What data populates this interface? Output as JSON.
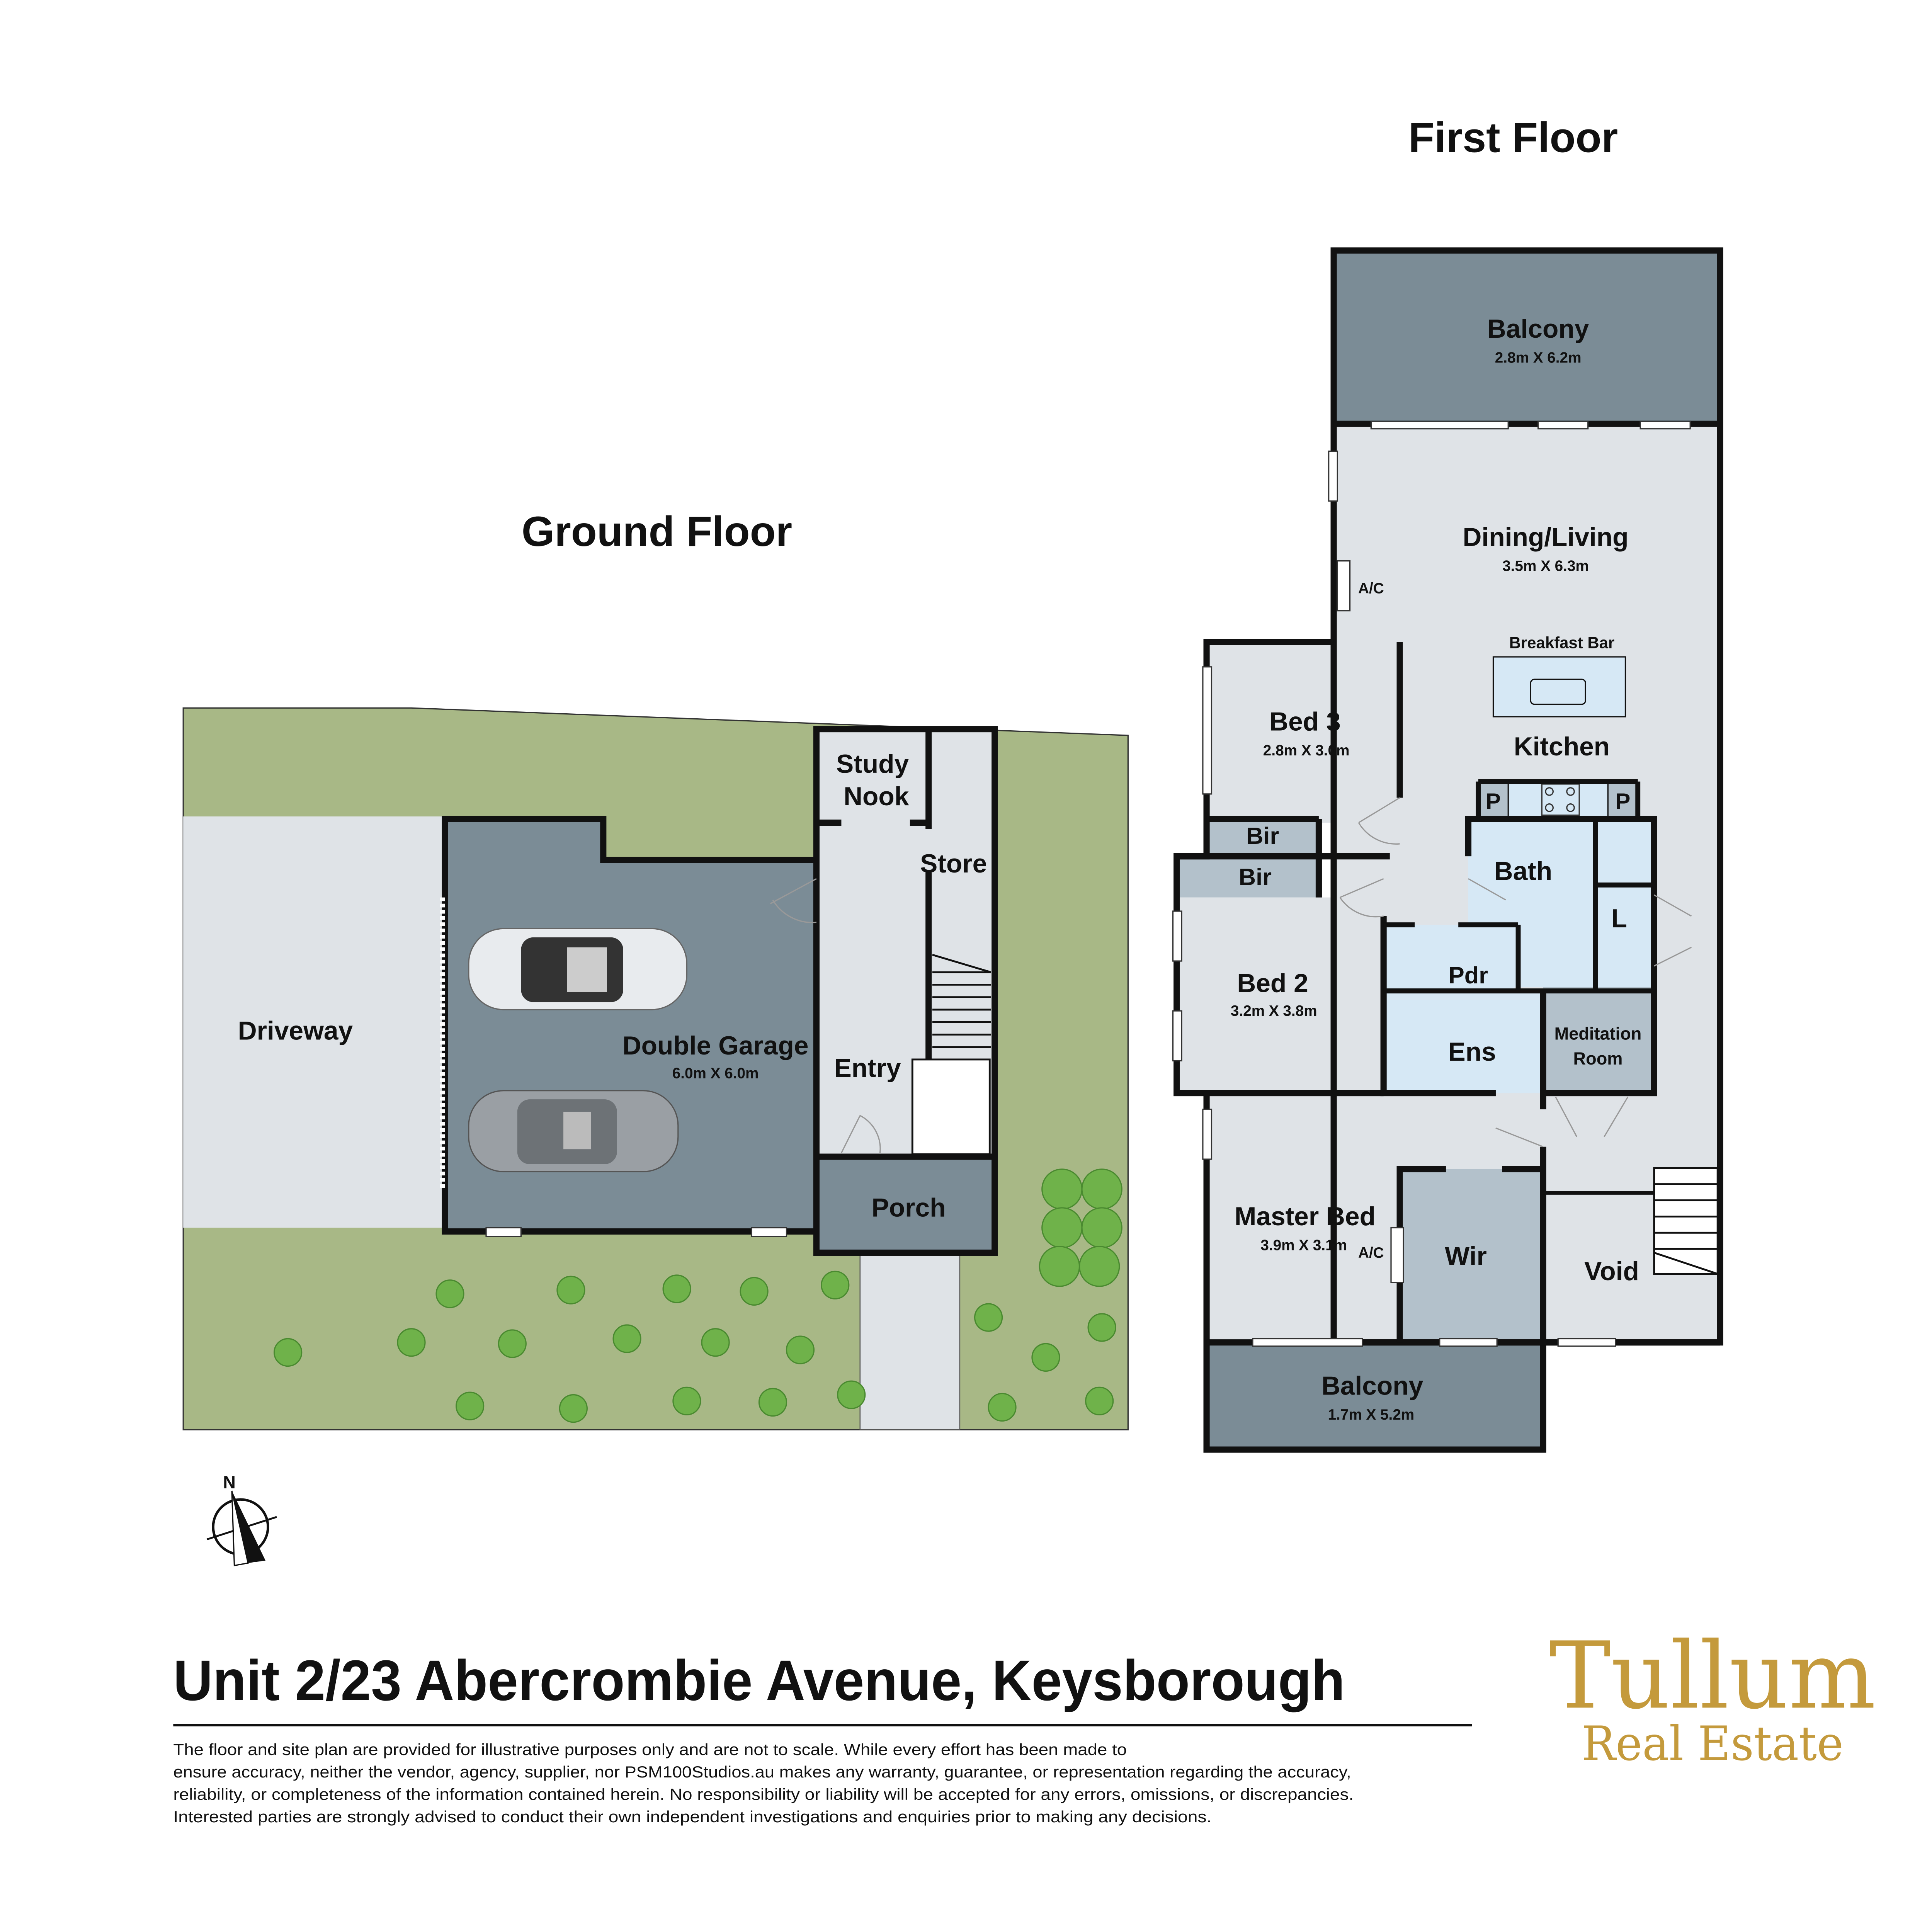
{
  "ground_floor": {
    "title": "Ground Floor",
    "rooms": {
      "driveway": "Driveway",
      "garage": "Double Garage",
      "garage_dim": "6.0m X 6.0m",
      "study_line1": "Study",
      "study_line2": "Nook",
      "store": "Store",
      "entry": "Entry",
      "porch": "Porch"
    }
  },
  "first_floor": {
    "title": "First Floor",
    "rooms": {
      "balcony_top": "Balcony",
      "balcony_top_dim": "2.8m X 6.2m",
      "dining": "Dining/Living",
      "dining_dim": "3.5m X 6.3m",
      "ac1": "A/C",
      "breakfast_bar": "Breakfast Bar",
      "kitchen": "Kitchen",
      "pantry1": "P",
      "pantry2": "P",
      "bed3": "Bed 3",
      "bed3_dim": "2.8m X 3.0m",
      "bir1": "Bir",
      "bir2": "Bir",
      "bath": "Bath",
      "laundry": "L",
      "bed2": "Bed 2",
      "bed2_dim": "3.2m X 3.8m",
      "pdr": "Pdr",
      "ens": "Ens",
      "meditation_line1": "Meditation",
      "meditation_line2": "Room",
      "master": "Master Bed",
      "master_dim": "3.9m X 3.1m",
      "ac2": "A/C",
      "wir": "Wir",
      "void": "Void",
      "balcony_bottom": "Balcony",
      "balcony_bottom_dim": "1.7m X 5.2m"
    }
  },
  "compass": {
    "label": "N"
  },
  "footer": {
    "address": "Unit 2/23 Abercrombie Avenue, Keysborough",
    "disclaimer": [
      "The floor and site plan are provided for illustrative purposes only and are not to scale. While every effort has been made to",
      "ensure accuracy, neither the vendor, agency, supplier, nor PSM100Studios.au makes any warranty, guarantee, or representation regarding the accuracy,",
      "reliability, or completeness of the information contained herein. No responsibility or liability will be accepted for any errors, omissions, or discrepancies.",
      "Interested parties are strongly advised to conduct their own independent investigations and enquiries prior to making any decisions."
    ]
  },
  "brand": {
    "name": "Tullum",
    "sub": "Real Estate",
    "color": "#c49a3c"
  },
  "colors": {
    "site": "#a8b886",
    "paving": "#dfe3e7",
    "dark": "#7b8c96",
    "wet": "#d6e8f5",
    "closet": "#b3c1cb"
  }
}
